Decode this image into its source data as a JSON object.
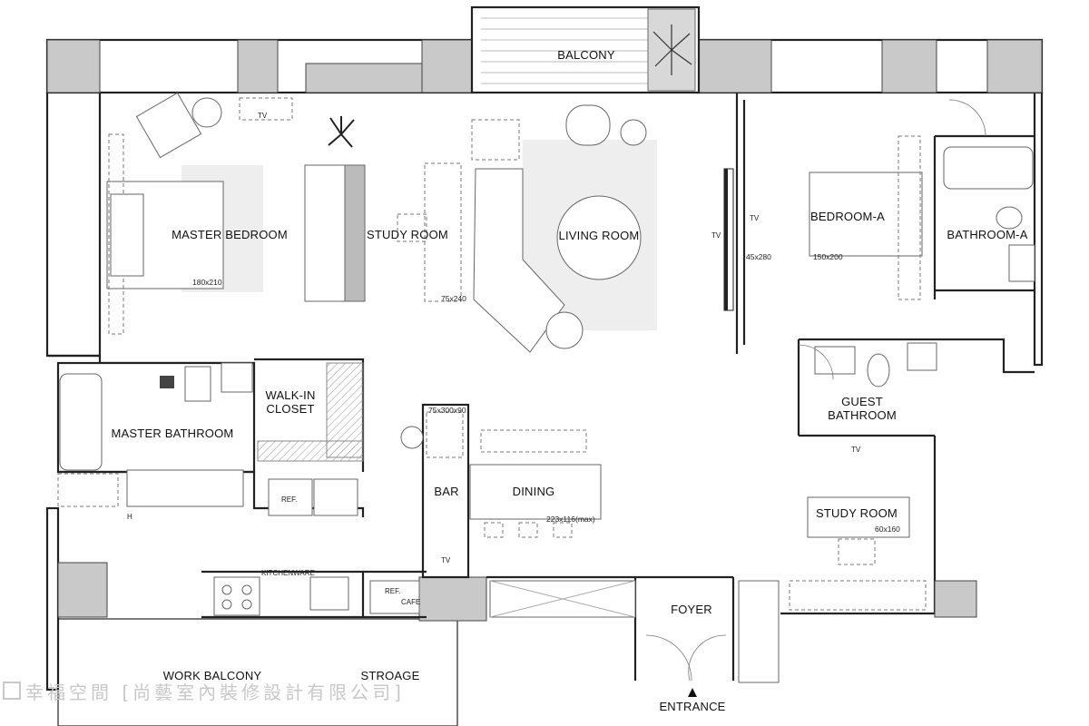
{
  "plan": {
    "rooms": {
      "balcony": "BALCONY",
      "master_bedroom": "MASTER BEDROOM",
      "study_room_top": "STUDY ROOM",
      "living_room": "LIVING ROOM",
      "bedroom_a": "BEDROOM-A",
      "bathroom_a": "BATHROOM-A",
      "master_bathroom": "MASTER BATHROOM",
      "walk_in_closet_line1": "WALK-IN",
      "walk_in_closet_line2": "CLOSET",
      "guest_bathroom_line1": "GUEST",
      "guest_bathroom_line2": "BATHROOM",
      "bar": "BAR",
      "dining": "DINING",
      "study_room_bottom": "STUDY ROOM",
      "foyer": "FOYER",
      "work_balcony": "WORK BALCONY",
      "storage": "STROAGE",
      "entrance": "ENTRANCE"
    },
    "dimensions": {
      "master_bed": "180x210",
      "study_desk": "75x240",
      "tv_cabinet": "45x280",
      "bedroom_a_bed": "150x200",
      "bar_counter": "75x300x90",
      "dining_table": "223x116(max)",
      "study_desk_b": "60x160"
    },
    "fixtures": {
      "tv": "TV",
      "ref": "REF.",
      "cafe": "CAFE",
      "kitchenware": "KITCHENWARE",
      "heater": "H"
    },
    "watermark": "幸福空間 [尚藝室內裝修設計有限公司]"
  }
}
